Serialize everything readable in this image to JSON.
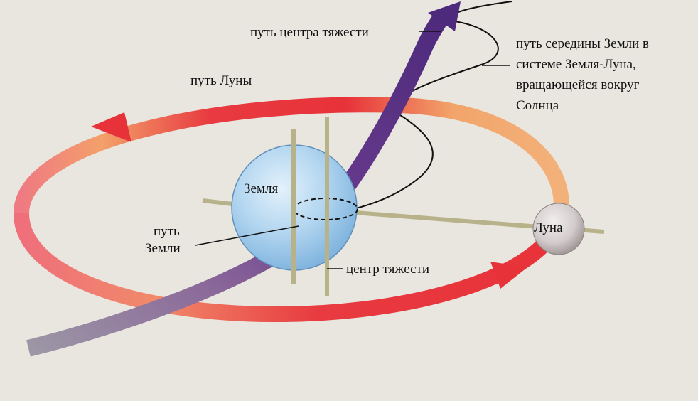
{
  "labels": {
    "barycenter_path": "путь центра тяжести",
    "earth_mid_path_l1": "путь середины Земли в",
    "earth_mid_path_l2": "системе Земля-Луна,",
    "earth_mid_path_l3": "вращающейся вокруг",
    "earth_mid_path_l4": "Солнца",
    "moon_path": "путь Луны",
    "earth": "Земля",
    "earth_path_l1": "путь",
    "earth_path_l2": "Земли",
    "barycenter": "центр тяжести",
    "moon": "Луна"
  },
  "colors": {
    "background": "#e9e6df",
    "orbit_red": "#e8323a",
    "orbit_orange": "#f2a56a",
    "orbit_pink": "#ef6f7a",
    "barycenter_path_purple": "#5a2f86",
    "earth_blue": "#a9cfee",
    "moon_grey": "#c9c3c3",
    "rod": "#c8c39a"
  }
}
